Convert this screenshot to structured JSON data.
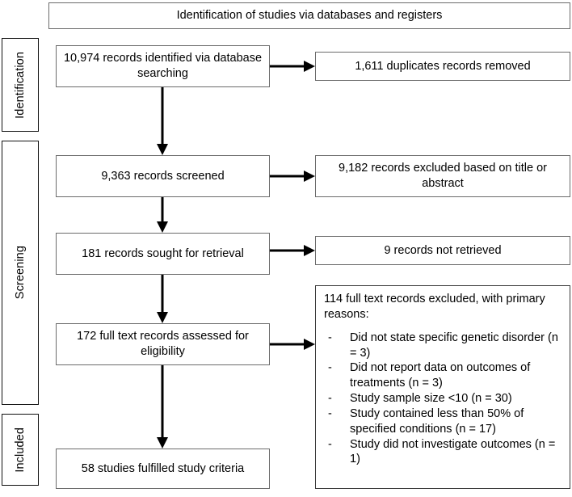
{
  "diagram": {
    "title": "Identification of studies via databases and registers",
    "type": "PRISMA flow diagram"
  },
  "stages": [
    {
      "id": "identification",
      "label": "Identification"
    },
    {
      "id": "screening",
      "label": "Screening"
    },
    {
      "id": "included",
      "label": "Included"
    }
  ],
  "flow": {
    "identified": "10,974 records identified via database searching",
    "duplicates_removed": "1,611 duplicates records removed",
    "screened": "9,363 records screened",
    "excluded_title_abstract": "9,182 records excluded based on title or abstract",
    "sought_retrieval": "181 records sought for retrieval",
    "not_retrieved": "9 records not retrieved",
    "assessed_eligibility": "172 full text records assessed for eligibility",
    "included_studies": "58 studies fulfilled study criteria"
  },
  "exclusions": {
    "heading": "114 full text records excluded, with primary reasons:",
    "dash": "-",
    "reasons": [
      "Did not state specific genetic disorder (n = 3)",
      "Did not report data on outcomes of treatments (n = 3)",
      "Study sample size <10 (n = 30)",
      "Study contained less than 50% of specified conditions (n = 17)",
      "Study did not investigate outcomes (n = 1)"
    ]
  },
  "counts": {
    "identified": 10974,
    "duplicates_removed": 1611,
    "screened": 9363,
    "excluded_title_abstract": 9182,
    "sought_retrieval": 181,
    "not_retrieved": 9,
    "assessed_eligibility": 172,
    "full_text_excluded": 114,
    "included_studies": 58,
    "reason_counts": [
      3,
      3,
      30,
      17,
      1
    ]
  },
  "colors": {
    "box_border": "#6b6b6b",
    "stage_border": "#111111",
    "arrow": "#000000",
    "background": "#ffffff",
    "text": "#000000"
  }
}
